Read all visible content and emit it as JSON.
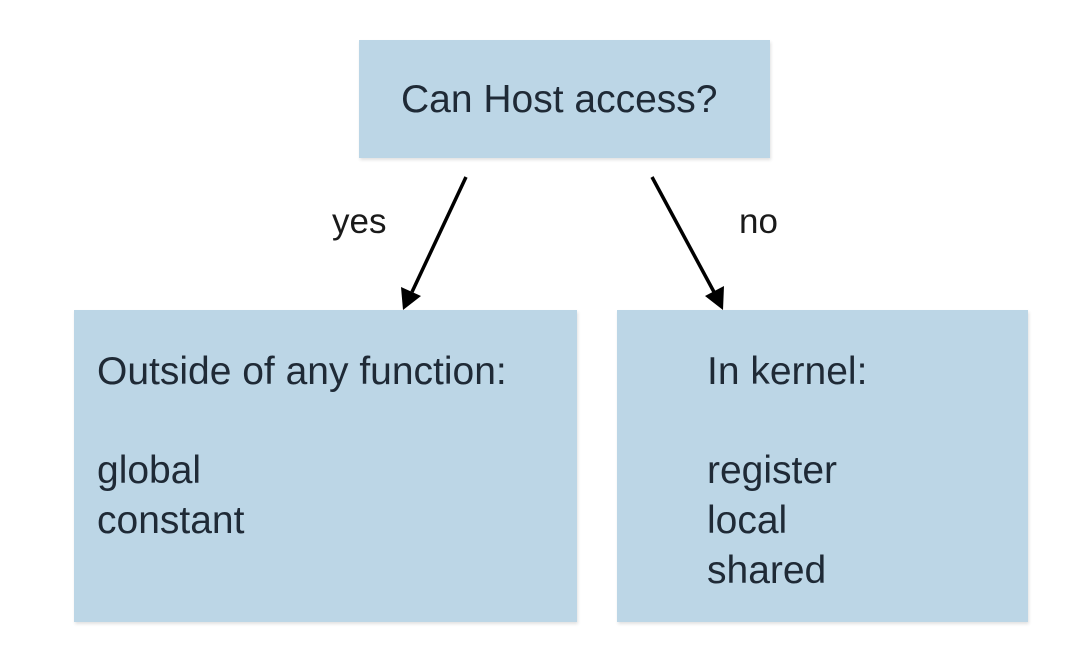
{
  "question": {
    "text": "Can Host access?"
  },
  "edges": {
    "yes_label": "yes",
    "no_label": "no"
  },
  "yes_box": {
    "title": "Outside of any function:",
    "items": [
      "global",
      "constant"
    ]
  },
  "no_box": {
    "title": "In kernel:",
    "items": [
      "register",
      "local",
      "shared"
    ]
  },
  "colors": {
    "box_fill": "#bcd6e6",
    "text": "#1f2a36",
    "arrow": "#000000"
  }
}
